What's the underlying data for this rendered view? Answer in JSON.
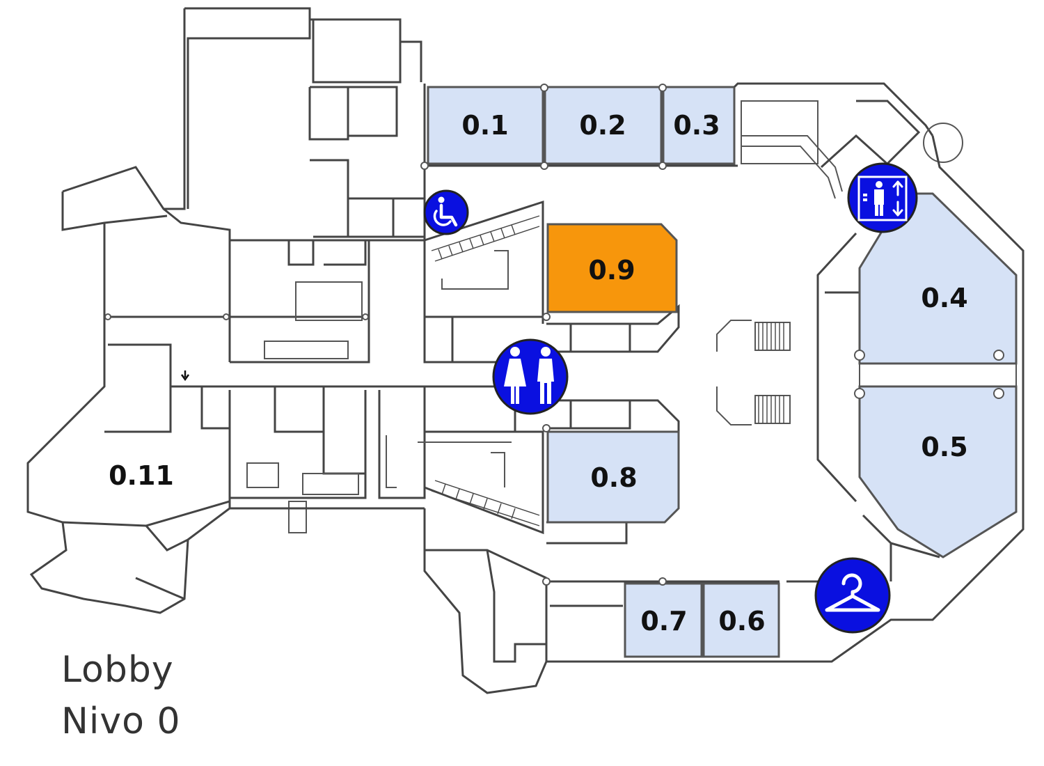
{
  "map": {
    "rooms": [
      {
        "id": "0.1",
        "label": "0.1",
        "fill": "#d6e2f6"
      },
      {
        "id": "0.2",
        "label": "0.2",
        "fill": "#d6e2f6"
      },
      {
        "id": "0.3",
        "label": "0.3",
        "fill": "#d6e2f6"
      },
      {
        "id": "0.4",
        "label": "0.4",
        "fill": "#d6e2f6"
      },
      {
        "id": "0.5",
        "label": "0.5",
        "fill": "#d6e2f6"
      },
      {
        "id": "0.6",
        "label": "0.6",
        "fill": "#d6e2f6"
      },
      {
        "id": "0.7",
        "label": "0.7",
        "fill": "#d6e2f6"
      },
      {
        "id": "0.8",
        "label": "0.8",
        "fill": "#d6e2f6"
      },
      {
        "id": "0.9",
        "label": "0.9",
        "fill": "#f7960c"
      },
      {
        "id": "0.11",
        "label": "0.11",
        "fill": "#ffffff"
      }
    ],
    "icons": [
      "wheelchair-icon",
      "elevator-icon",
      "restroom-icon",
      "cloakroom-icon"
    ],
    "colors": {
      "highlight": "#f7960c",
      "room": "#d6e2f6",
      "icon": "#0a10e0",
      "wall": "#444444"
    }
  },
  "caption": {
    "line1": "Lobby",
    "line2": "Nivo 0"
  }
}
